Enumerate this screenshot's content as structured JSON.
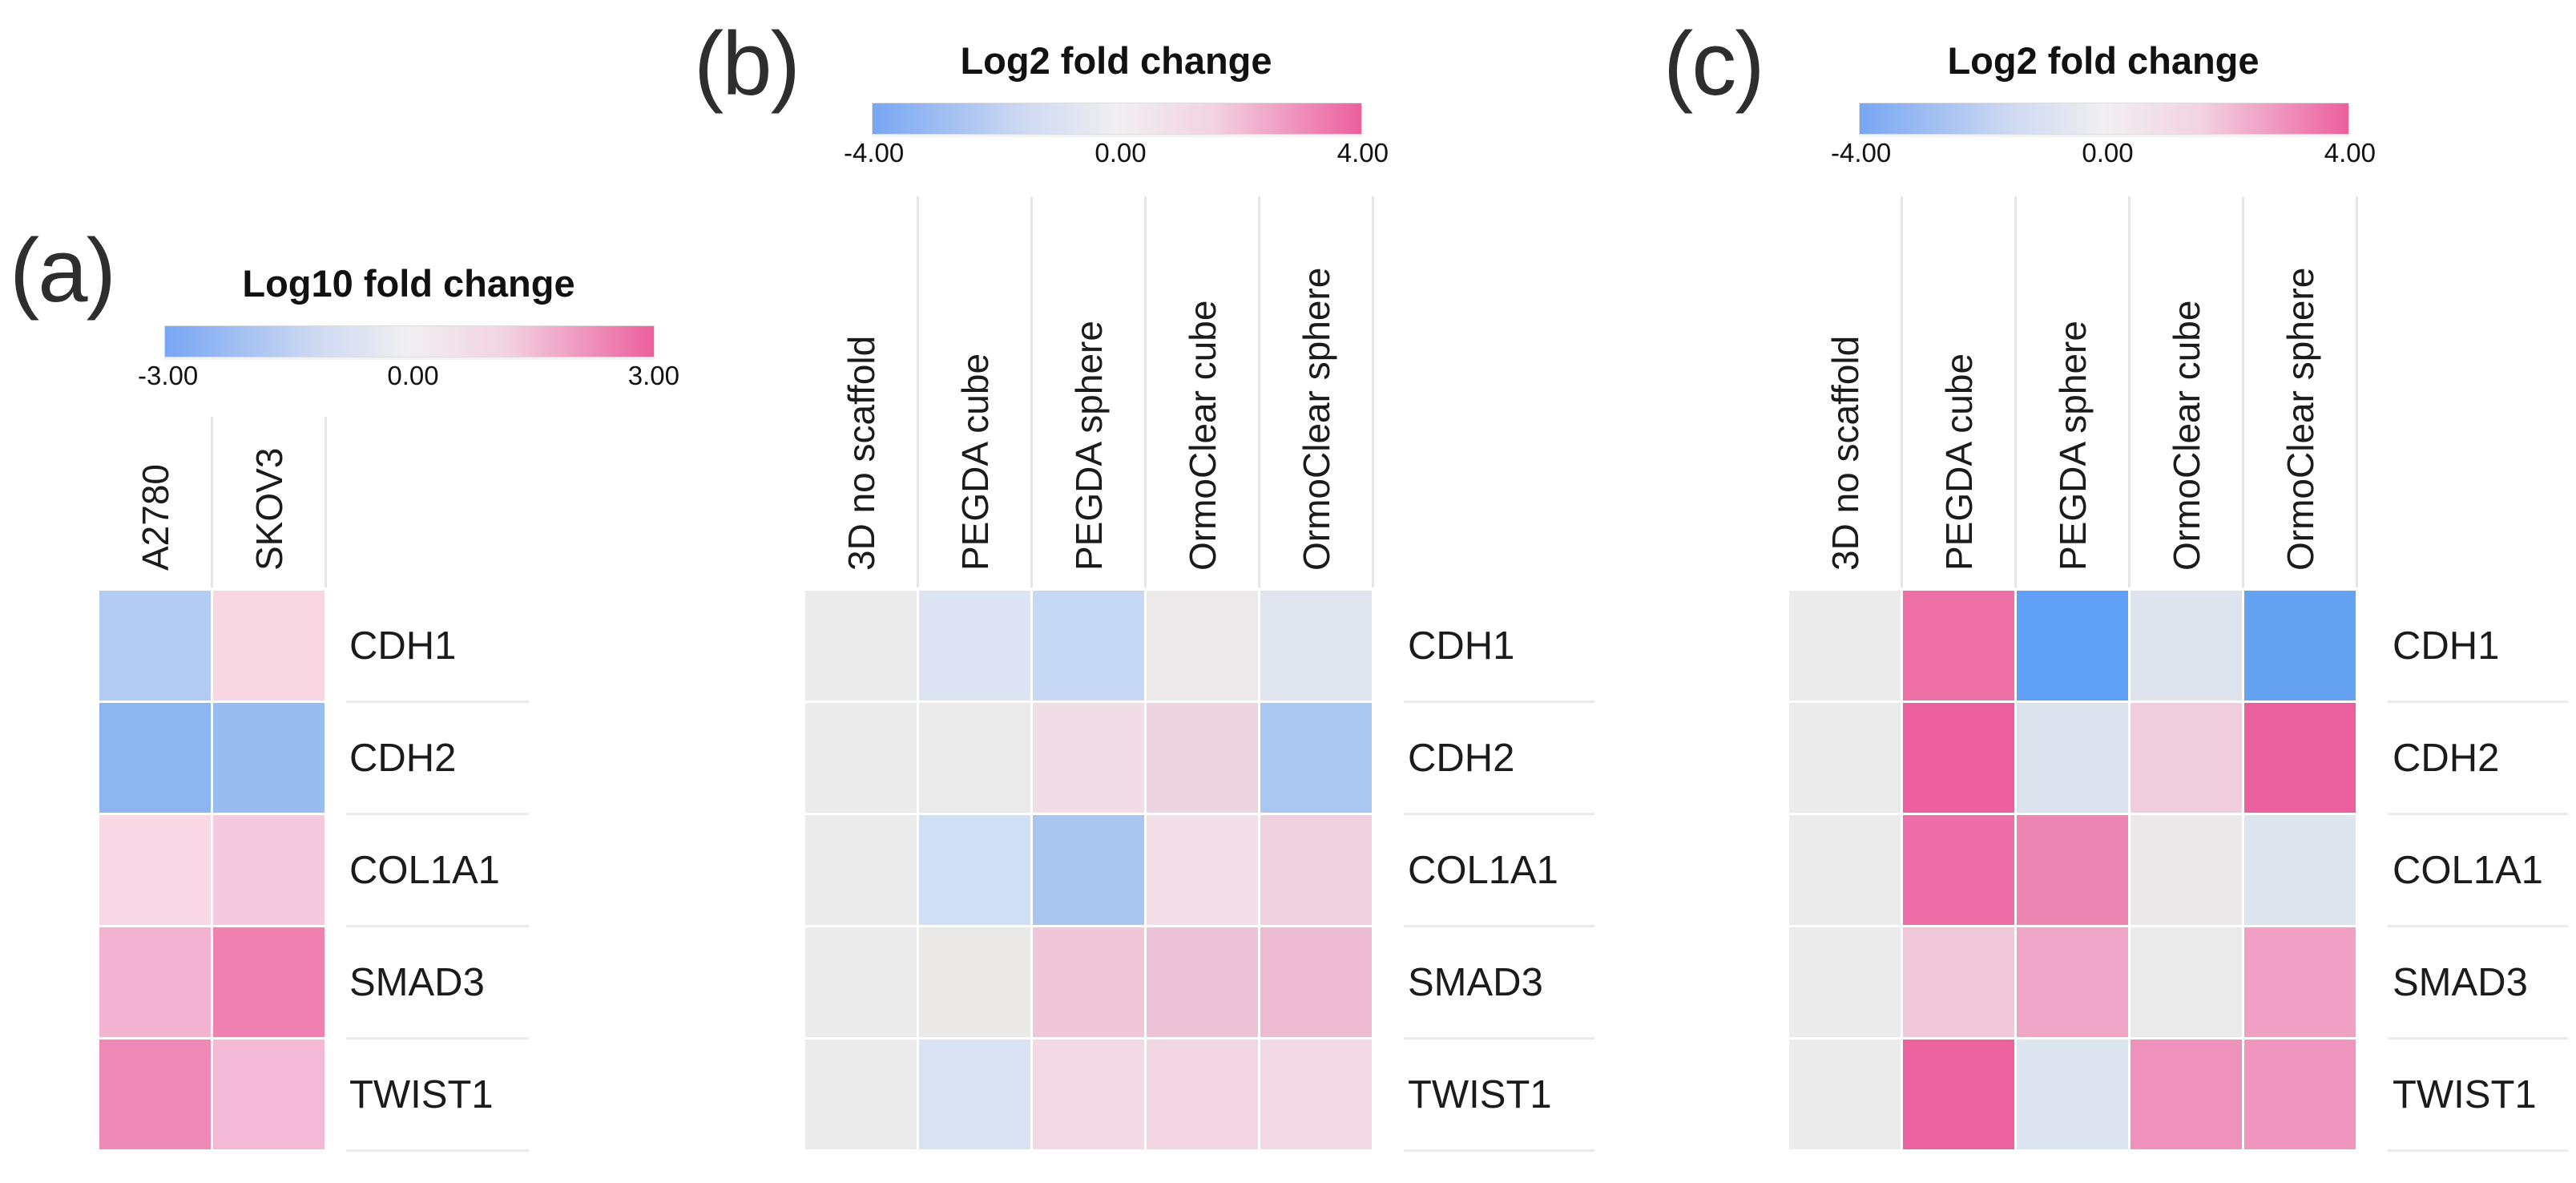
{
  "page": {
    "background": "#ffffff"
  },
  "colors": {
    "text": "#1b1b1b",
    "panel_tag": "#2e2e2e",
    "column_separator": "#e6e6e6",
    "row_separator": "#ebebeb",
    "neutral_cell": "#ebebeb",
    "gradient_stops": [
      "#77a6f3 0%",
      "#ccd8f2 30%",
      "#f1eff1 50%",
      "#f2d2e1 70%",
      "#ec5f9d 100%"
    ]
  },
  "panels": [
    {
      "id": "a",
      "tag": "(a)"
    },
    {
      "id": "b",
      "tag": "(b)"
    },
    {
      "id": "c",
      "tag": "(c)"
    }
  ],
  "chart_data": [
    {
      "type": "heatmap",
      "panel": "a",
      "title": "Log10 fold change",
      "colorbar": {
        "min": -3,
        "mid": 0,
        "max": 3,
        "min_label": "-3.00",
        "mid_label": "0.00",
        "max_label": "3.00",
        "low_color": "#77a6f3",
        "high_color": "#ec5f9d"
      },
      "columns": [
        "A2780",
        "SKOV3"
      ],
      "rows": [
        "CDH1",
        "CDH2",
        "COL1A1",
        "SMAD3",
        "TWIST1"
      ],
      "values": [
        [
          -1.0,
          0.45
        ],
        [
          -1.6,
          -1.4
        ],
        [
          0.4,
          0.65
        ],
        [
          1.0,
          1.9
        ],
        [
          1.75,
          0.95
        ]
      ],
      "cell_colors": [
        [
          "#b3ccf3",
          "#f8d7e3"
        ],
        [
          "#8db5ef",
          "#96bcf0"
        ],
        [
          "#f8d9e5",
          "#f5cade"
        ],
        [
          "#f3b2cf",
          "#ee81b0"
        ],
        [
          "#ef8ab6",
          "#f4bad5"
        ]
      ]
    },
    {
      "type": "heatmap",
      "panel": "b",
      "title": "Log2 fold change",
      "colorbar": {
        "min": -4,
        "mid": 0,
        "max": 4,
        "min_label": "-4.00",
        "mid_label": "0.00",
        "max_label": "4.00",
        "low_color": "#77a6f3",
        "high_color": "#ec5f9d"
      },
      "columns": [
        "3D no scaffold",
        "PEGDA cube",
        "PEGDA sphere",
        "OrmoClear cube",
        "OrmoClear sphere"
      ],
      "rows": [
        "CDH1",
        "CDH2",
        "COL1A1",
        "SMAD3",
        "TWIST1"
      ],
      "values": [
        [
          0,
          -0.5,
          -1.3,
          0,
          -0.35
        ],
        [
          0,
          0,
          0.5,
          0.8,
          -2.3
        ],
        [
          0,
          -1.0,
          -2.3,
          0.45,
          0.9
        ],
        [
          0,
          0.1,
          1.25,
          1.4,
          1.6
        ],
        [
          0,
          -0.6,
          0.7,
          0.75,
          0.7
        ]
      ],
      "cell_colors": [
        [
          "#ebebeb",
          "#dde4f3",
          "#c6d8f4",
          "#ebe9e9",
          "#e0e5f0"
        ],
        [
          "#ebebeb",
          "#eaeaea",
          "#f0dde6",
          "#edd3e0",
          "#aac7f1"
        ],
        [
          "#ebebeb",
          "#cfdff5",
          "#a9c6f1",
          "#f2dfe7",
          "#eed0df"
        ],
        [
          "#ebebeb",
          "#ebe9e7",
          "#efc7d9",
          "#eec2d6",
          "#edbbd1"
        ],
        [
          "#ebebeb",
          "#d9e2f3",
          "#f2d9e4",
          "#f1d6e2",
          "#f1d8e4"
        ]
      ]
    },
    {
      "type": "heatmap",
      "panel": "c",
      "title": "Log2 fold change",
      "colorbar": {
        "min": -4,
        "mid": 0,
        "max": 4,
        "min_label": "-4.00",
        "mid_label": "0.00",
        "max_label": "4.00",
        "low_color": "#77a6f3",
        "high_color": "#ec5f9d"
      },
      "columns": [
        "3D no scaffold",
        "PEGDA cube",
        "PEGDA sphere",
        "OrmoClear cube",
        "OrmoClear sphere"
      ],
      "rows": [
        "CDH1",
        "CDH2",
        "COL1A1",
        "SMAD3",
        "TWIST1"
      ],
      "values": [
        [
          0,
          3.3,
          -3.6,
          -0.4,
          -3.4
        ],
        [
          0,
          3.7,
          -0.45,
          0.95,
          3.7
        ],
        [
          0,
          3.3,
          2.7,
          0.1,
          -0.45
        ],
        [
          0,
          1.15,
          2.1,
          0.05,
          2.2
        ],
        [
          0,
          3.5,
          -0.5,
          2.5,
          2.4
        ]
      ],
      "cell_colors": [
        [
          "#ebebeb",
          "#ed70a7",
          "#5f9ff5",
          "#dde4ee",
          "#66a2f2"
        ],
        [
          "#ebebeb",
          "#eb5f9e",
          "#dbe3ef",
          "#f0cedd",
          "#ea5f9e"
        ],
        [
          "#ebebeb",
          "#ec6ea6",
          "#ee86b4",
          "#ece7e8",
          "#dce4ee"
        ],
        [
          "#ebebeb",
          "#f0c8da",
          "#efa5c6",
          "#ebeaea",
          "#efa0c3"
        ],
        [
          "#ebebeb",
          "#ec649f",
          "#dde6f0",
          "#ee92bb",
          "#f096be"
        ]
      ]
    }
  ]
}
